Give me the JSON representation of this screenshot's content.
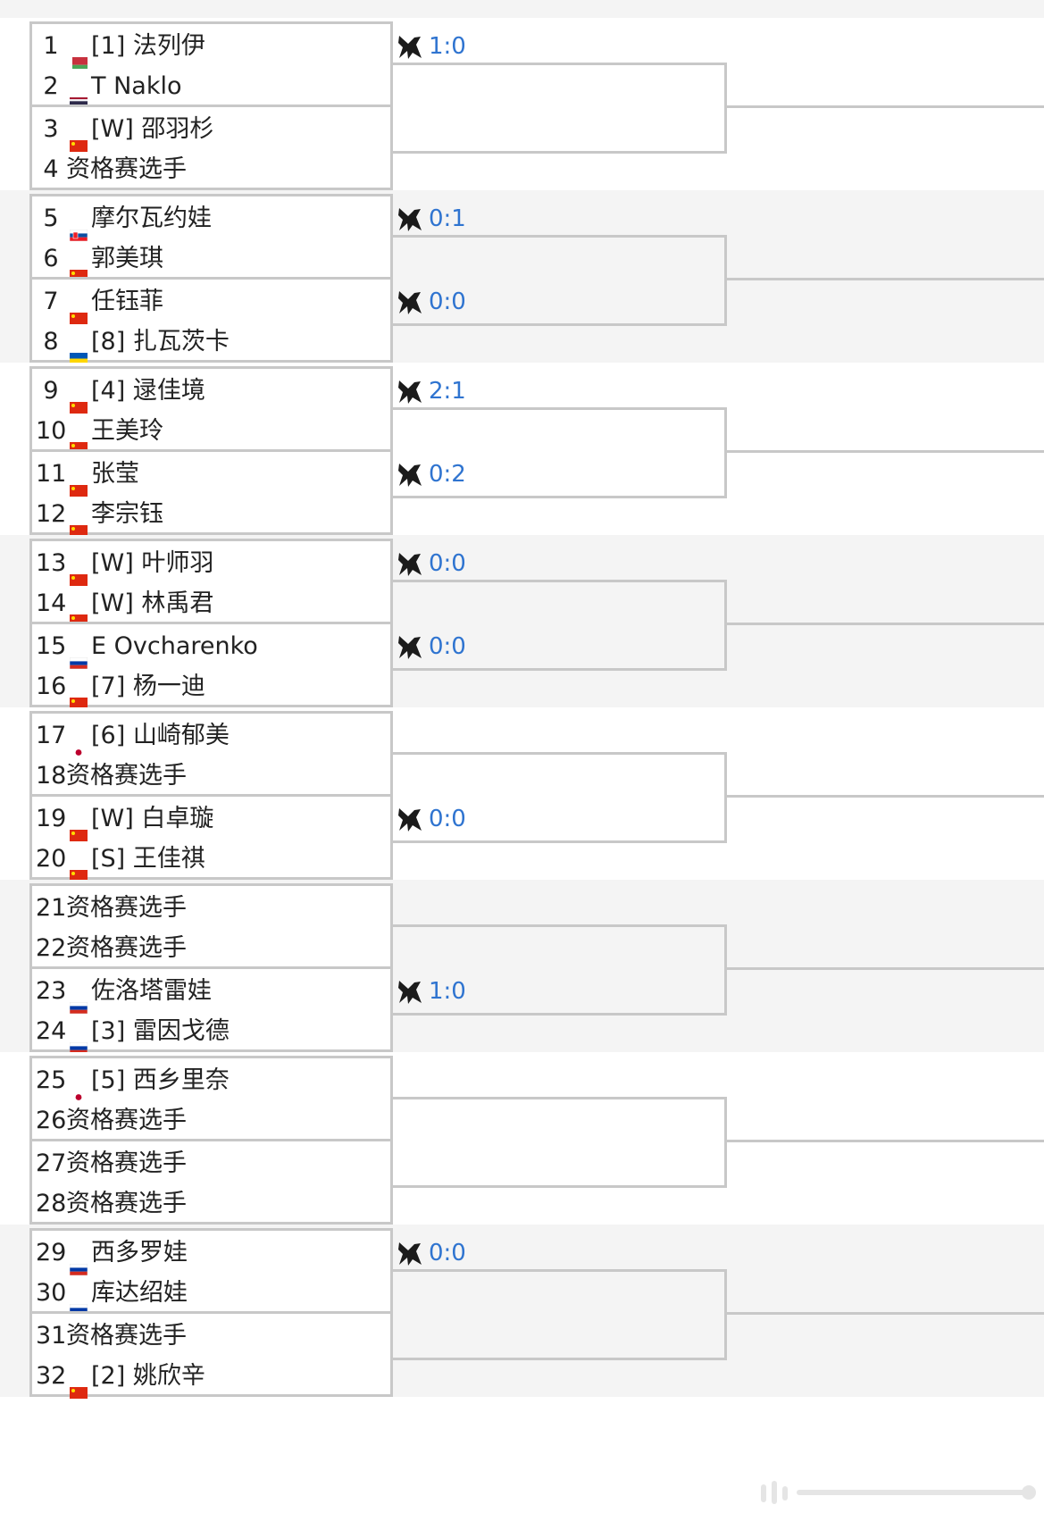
{
  "draw": {
    "sections": [
      {
        "matches": [
          {
            "score": "1:0",
            "players": [
              {
                "num": "1",
                "flag": "belarus-flag",
                "name": "[1] 法列伊"
              },
              {
                "num": "2",
                "flag": "thailand-flag",
                "name": "T Naklo"
              }
            ]
          },
          {
            "score": "",
            "players": [
              {
                "num": "3",
                "flag": "china-flag",
                "name": "[W] 邵羽杉"
              },
              {
                "num": "4",
                "flag": "",
                "name": "资格赛选手"
              }
            ]
          }
        ]
      },
      {
        "matches": [
          {
            "score": "0:1",
            "players": [
              {
                "num": "5",
                "flag": "slovakia-flag",
                "name": "摩尔瓦约娃"
              },
              {
                "num": "6",
                "flag": "china-flag",
                "name": "郭美琪"
              }
            ]
          },
          {
            "score": "0:0",
            "players": [
              {
                "num": "7",
                "flag": "china-flag",
                "name": "任钰菲"
              },
              {
                "num": "8",
                "flag": "ukraine-flag",
                "name": "[8] 扎瓦茨卡"
              }
            ]
          }
        ]
      },
      {
        "matches": [
          {
            "score": "2:1",
            "players": [
              {
                "num": "9",
                "flag": "china-flag",
                "name": "[4] 逯佳境"
              },
              {
                "num": "10",
                "flag": "china-flag",
                "name": "王美玲"
              }
            ]
          },
          {
            "score": "0:2",
            "players": [
              {
                "num": "11",
                "flag": "china-flag",
                "name": "张莹"
              },
              {
                "num": "12",
                "flag": "china-flag",
                "name": "李宗钰"
              }
            ]
          }
        ]
      },
      {
        "matches": [
          {
            "score": "0:0",
            "players": [
              {
                "num": "13",
                "flag": "china-flag",
                "name": "[W] 叶师羽"
              },
              {
                "num": "14",
                "flag": "china-flag",
                "name": "[W] 林禹君"
              }
            ]
          },
          {
            "score": "0:0",
            "players": [
              {
                "num": "15",
                "flag": "russia-flag",
                "name": "E Ovcharenko"
              },
              {
                "num": "16",
                "flag": "china-flag",
                "name": "[7] 杨一迪"
              }
            ]
          }
        ]
      },
      {
        "matches": [
          {
            "score": "",
            "players": [
              {
                "num": "17",
                "flag": "japan-flag",
                "name": "[6] 山崎郁美"
              },
              {
                "num": "18",
                "flag": "",
                "name": "资格赛选手"
              }
            ]
          },
          {
            "score": "0:0",
            "players": [
              {
                "num": "19",
                "flag": "china-flag",
                "name": "[W] 白卓璇"
              },
              {
                "num": "20",
                "flag": "china-flag",
                "name": "[S] 王佳祺"
              }
            ]
          }
        ]
      },
      {
        "matches": [
          {
            "score": "",
            "players": [
              {
                "num": "21",
                "flag": "",
                "name": "资格赛选手"
              },
              {
                "num": "22",
                "flag": "",
                "name": "资格赛选手"
              }
            ]
          },
          {
            "score": "1:0",
            "players": [
              {
                "num": "23",
                "flag": "russia-flag",
                "name": "佐洛塔雷娃"
              },
              {
                "num": "24",
                "flag": "russia-flag",
                "name": "[3] 雷因戈德"
              }
            ]
          }
        ]
      },
      {
        "matches": [
          {
            "score": "",
            "players": [
              {
                "num": "25",
                "flag": "japan-flag",
                "name": "[5] 西乡里奈"
              },
              {
                "num": "26",
                "flag": "",
                "name": "资格赛选手"
              }
            ]
          },
          {
            "score": "",
            "players": [
              {
                "num": "27",
                "flag": "",
                "name": "资格赛选手"
              },
              {
                "num": "28",
                "flag": "",
                "name": "资格赛选手"
              }
            ]
          }
        ]
      },
      {
        "matches": [
          {
            "score": "0:0",
            "players": [
              {
                "num": "29",
                "flag": "russia-flag",
                "name": "西多罗娃"
              },
              {
                "num": "30",
                "flag": "russia-flag",
                "name": "库达绍娃"
              }
            ]
          },
          {
            "score": "",
            "players": [
              {
                "num": "31",
                "flag": "",
                "name": "资格赛选手"
              },
              {
                "num": "32",
                "flag": "china-flag",
                "name": "[2] 姚欣辛"
              }
            ]
          }
        ]
      }
    ]
  },
  "icons": {
    "live": "racket-live-icon",
    "watermark": "weibo-watermark"
  },
  "colors": {
    "score": "#2f74d0",
    "border": "#c8c8c8",
    "band": "#f4f4f4",
    "text": "#222222"
  }
}
